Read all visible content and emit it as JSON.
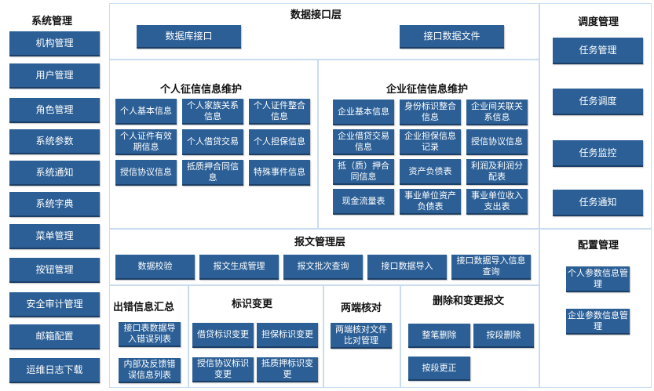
{
  "system_management": {
    "title": "系统管理",
    "items": [
      "机构管理",
      "用户管理",
      "角色管理",
      "系统参数",
      "系统通知",
      "系统字典",
      "菜单管理",
      "按钮管理",
      "安全审计管理",
      "邮箱配置",
      "运维日志下载"
    ]
  },
  "data_interface": {
    "title": "数据接口层",
    "items": [
      "数据库接口",
      "接口数据文件"
    ]
  },
  "personal_credit": {
    "title": "个人征信信息维护",
    "items": [
      "个人基本信息",
      "个人家族关系信息",
      "个人证件整合信息",
      "个人证件有效期信息",
      "个人借贷交易",
      "个人担保信息",
      "授信协议信息",
      "抵质押合同信息",
      "特殊事件信息"
    ]
  },
  "enterprise_credit": {
    "title": "企业征信信息维护",
    "items": [
      "企业基本信息",
      "身份标识整合信息",
      "企业间关联关系信息",
      "企业借贷交易信息",
      "企业担保信息记录",
      "授信协议信息",
      "抵（质）押合同信息",
      "资产负债表",
      "利润及利润分配表",
      "现金流量表",
      "事业单位资产负债表",
      "事业单位收入支出表"
    ]
  },
  "report_management": {
    "title": "报文管理层",
    "items": [
      "数据校验",
      "报文生成管理",
      "报文批次查询",
      "接口数据导入",
      "接口数据导入信息查询"
    ]
  },
  "error_summary": {
    "title": "出错信息汇总",
    "items": [
      "接口表数据导入错误列表",
      "内部及反馈错误信息列表"
    ]
  },
  "identifier_change": {
    "title": "标识变更",
    "items": [
      "借贷标识变更",
      "担保标识变更",
      "授信协议标识变更",
      "抵质押标识变更"
    ]
  },
  "reconciliation": {
    "title": "两端核对",
    "items": [
      "两端核对文件比对管理"
    ]
  },
  "delete_change": {
    "title": "删除和变更报文",
    "items": [
      "整笔删除",
      "按段删除",
      "按段更正"
    ]
  },
  "scheduling": {
    "title": "调度管理",
    "items": [
      "任务管理",
      "任务调度",
      "任务监控",
      "任务通知"
    ]
  },
  "config": {
    "title": "配置管理",
    "items": [
      "个人参数信息管理",
      "企业参数信息管理"
    ]
  },
  "colors": {
    "button": "#2b5f96",
    "border": "#c9dcef"
  }
}
